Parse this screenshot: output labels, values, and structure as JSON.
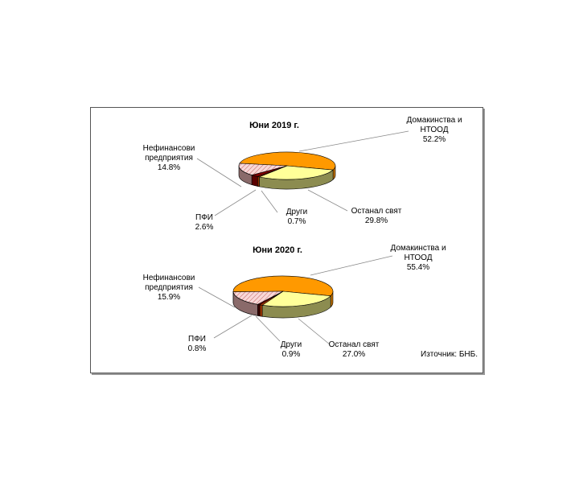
{
  "chart_data": [
    {
      "type": "pie",
      "title": "Юни 2019 г.",
      "slices": [
        {
          "label": [
            "Домакинства и",
            "НТООД"
          ],
          "value": 52.2,
          "value_label": "52.2%",
          "color": "#FF9900",
          "side": "#C07000"
        },
        {
          "label": [
            "Останал свят"
          ],
          "value": 29.8,
          "value_label": "29.8%",
          "color": "#FFFF99",
          "side": "#8C8C50"
        },
        {
          "label": [
            "Други"
          ],
          "value": 0.7,
          "value_label": "0.7%",
          "color": "#CC4400",
          "side": "#993300"
        },
        {
          "label": [
            "ПФИ"
          ],
          "value": 2.6,
          "value_label": "2.6%",
          "color": "#800000",
          "side": "#5a0000"
        },
        {
          "label": [
            "Нефинансови",
            "предприятия"
          ],
          "value": 14.8,
          "value_label": "14.8%",
          "color": "#F4C8C8",
          "side": "#8A6A6A"
        }
      ]
    },
    {
      "type": "pie",
      "title": "Юни 2020 г.",
      "slices": [
        {
          "label": [
            "Домакинства и",
            "НТООД"
          ],
          "value": 55.4,
          "value_label": "55.4%",
          "color": "#FF9900",
          "side": "#C07000"
        },
        {
          "label": [
            "Останал свят"
          ],
          "value": 27.0,
          "value_label": "27.0%",
          "color": "#FFFF99",
          "side": "#8C8C50"
        },
        {
          "label": [
            "Други"
          ],
          "value": 0.9,
          "value_label": "0.9%",
          "color": "#CC4400",
          "side": "#993300"
        },
        {
          "label": [
            "ПФИ"
          ],
          "value": 0.8,
          "value_label": "0.8%",
          "color": "#800000",
          "side": "#3a0000"
        },
        {
          "label": [
            "Нефинансови",
            "предприятия"
          ],
          "value": 15.9,
          "value_label": "15.9%",
          "color": "#F4C8C8",
          "side": "#8A6A6A"
        }
      ]
    }
  ],
  "source": "Източник: БНБ."
}
